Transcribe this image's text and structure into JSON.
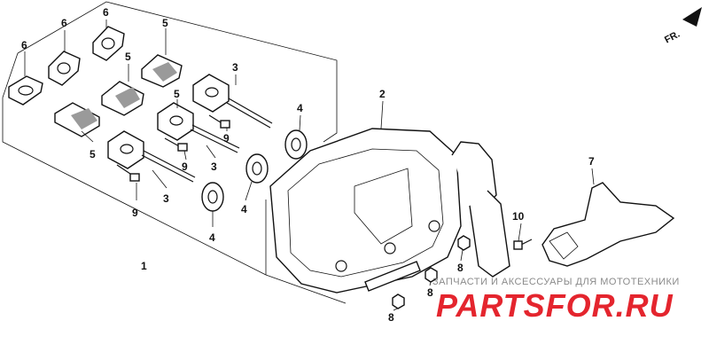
{
  "diagram": {
    "orientation_label": "FR.",
    "callouts": {
      "gasket_a": "6",
      "gasket_b": "6",
      "gasket_c": "6",
      "collar_a": "5",
      "collar_b": "5",
      "collar_c": "5",
      "collar_d": "5",
      "bolt_a": "3",
      "bolt_b": "3",
      "bolt_c": "3",
      "rubber_a": "4",
      "rubber_b": "4",
      "rubber_c": "4",
      "muffler": "2",
      "bracket_bolt_a": "9",
      "bracket_bolt_b": "9",
      "bracket_bolt_c": "9",
      "assembly": "1",
      "exhaust_pipe": "7",
      "flange_bolt": "10",
      "nut_a": "8",
      "nut_b": "8",
      "nut_c": "8"
    }
  },
  "watermark": {
    "tagline": "ЗАПЧАСТИ И АКСЕССУАРЫ ДЛЯ МОТОТЕХНИКИ",
    "logo": "PARTSFOR.RU"
  }
}
